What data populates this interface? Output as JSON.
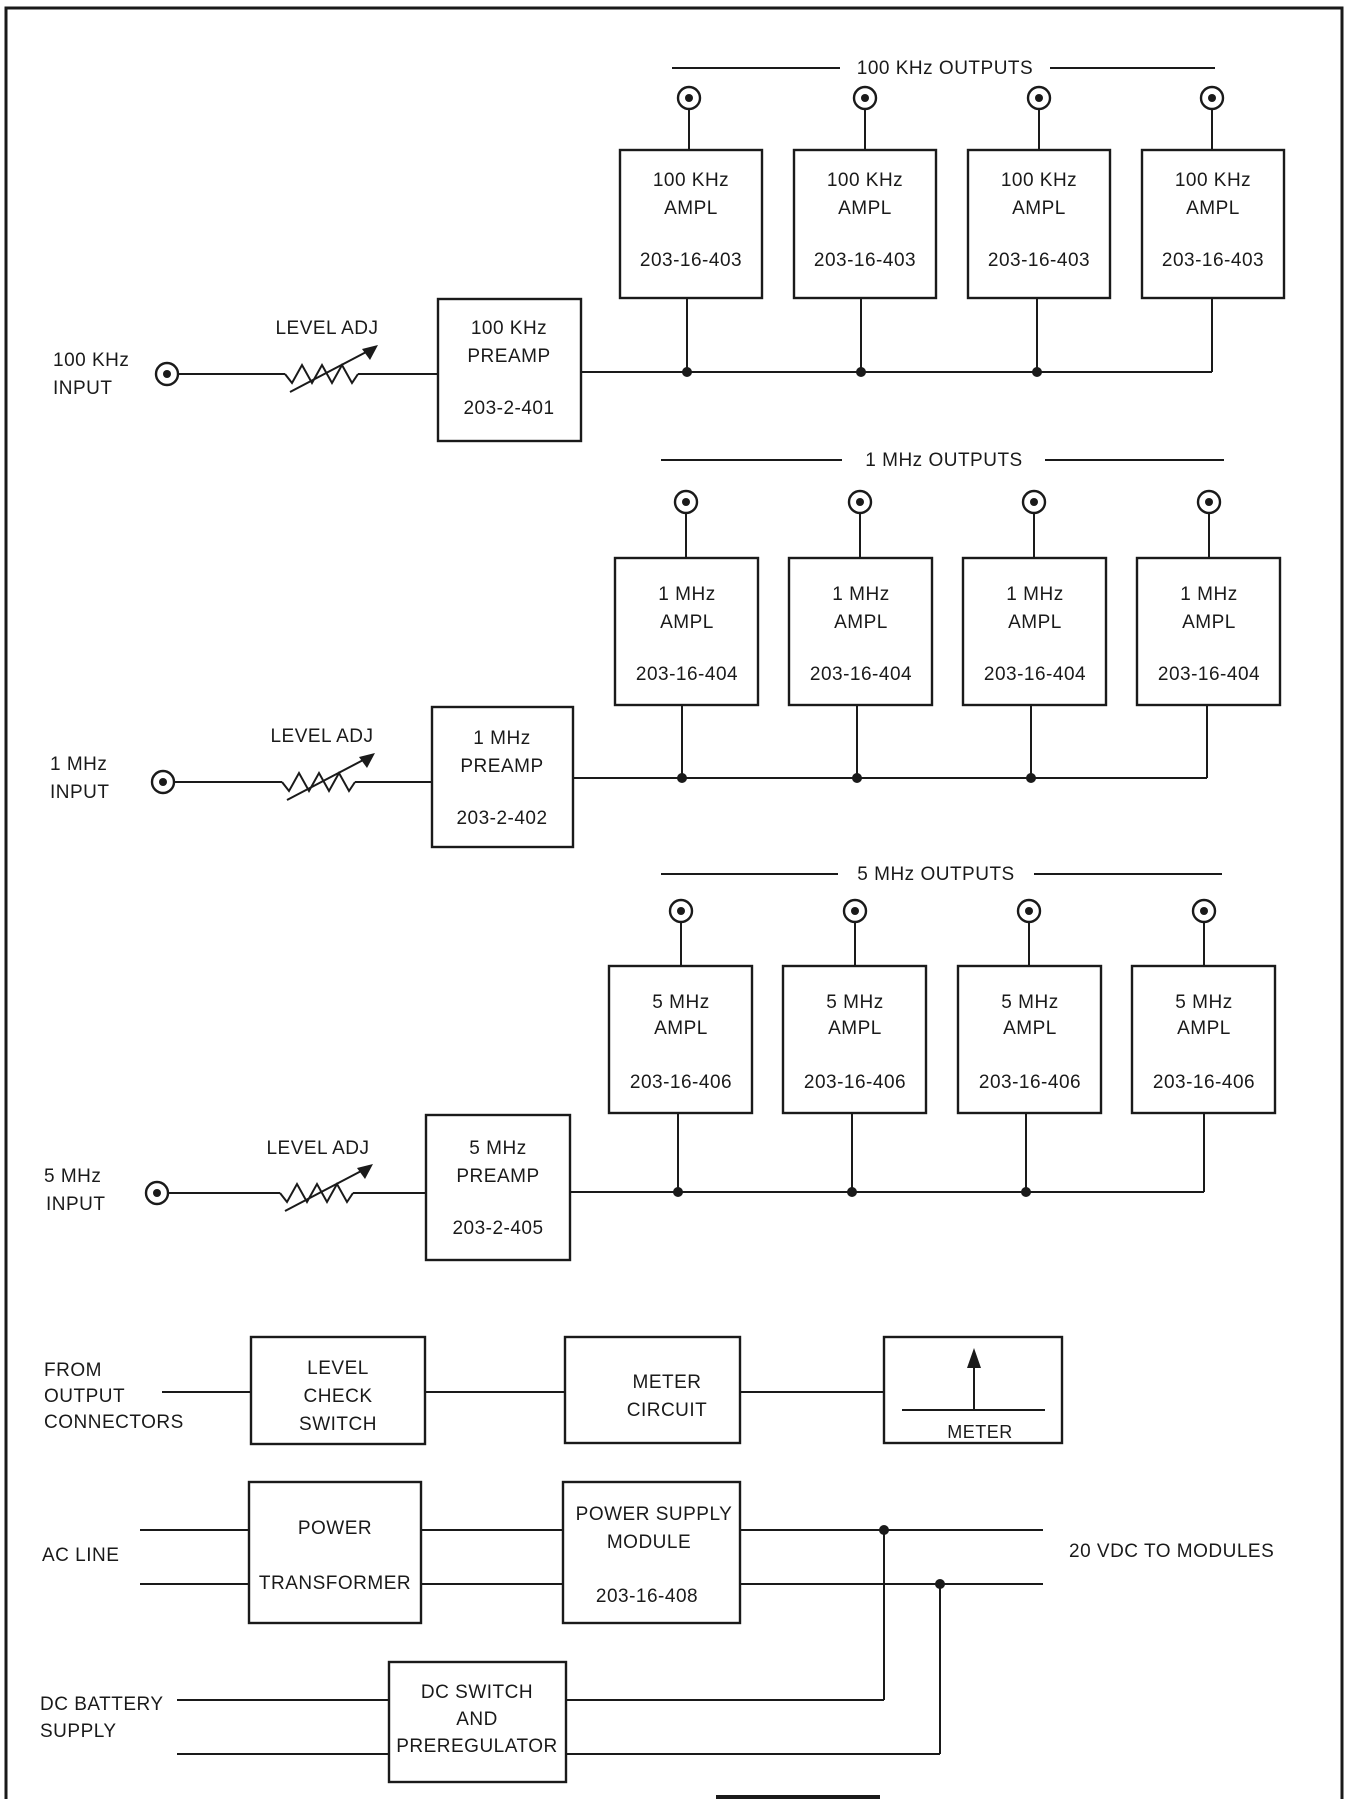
{
  "sections": [
    {
      "outputs_label": "100 KHz OUTPUTS",
      "input_label": [
        "100 KHz",
        "INPUT"
      ],
      "level_adj": "LEVEL ADJ",
      "preamp": [
        "100 KHz",
        "PREAMP",
        "203-2-401"
      ],
      "amps": [
        [
          "100 KHz",
          "AMPL",
          "203-16-403"
        ],
        [
          "100 KHz",
          "AMPL",
          "203-16-403"
        ],
        [
          "100 KHz",
          "AMPL",
          "203-16-403"
        ],
        [
          "100 KHz",
          "AMPL",
          "203-16-403"
        ]
      ]
    },
    {
      "outputs_label": "1 MHz OUTPUTS",
      "input_label": [
        "1 MHz",
        "INPUT"
      ],
      "level_adj": "LEVEL ADJ",
      "preamp": [
        "1 MHz",
        "PREAMP",
        "203-2-402"
      ],
      "amps": [
        [
          "1 MHz",
          "AMPL",
          "203-16-404"
        ],
        [
          "1 MHz",
          "AMPL",
          "203-16-404"
        ],
        [
          "1 MHz",
          "AMPL",
          "203-16-404"
        ],
        [
          "1 MHz",
          "AMPL",
          "203-16-404"
        ]
      ]
    },
    {
      "outputs_label": "5 MHz OUTPUTS",
      "input_label": [
        "5 MHz",
        "INPUT"
      ],
      "level_adj": "LEVEL ADJ",
      "preamp": [
        "5 MHz",
        "PREAMP",
        "203-2-405"
      ],
      "amps": [
        [
          "5 MHz",
          "AMPL",
          "203-16-406"
        ],
        [
          "5 MHz",
          "AMPL",
          "203-16-406"
        ],
        [
          "5 MHz",
          "AMPL",
          "203-16-406"
        ],
        [
          "5 MHz",
          "AMPL",
          "203-16-406"
        ]
      ]
    }
  ],
  "meter_chain": {
    "source": [
      "FROM",
      "OUTPUT",
      "CONNECTORS"
    ],
    "level_check": [
      "LEVEL",
      "CHECK",
      "SWITCH"
    ],
    "meter_circuit": [
      "METER",
      "CIRCUIT"
    ],
    "meter": "METER"
  },
  "power": {
    "ac_line": "AC LINE",
    "transformer": [
      "POWER",
      "TRANSFORMER"
    ],
    "supply_module": [
      "POWER SUPPLY",
      "MODULE",
      "203-16-408"
    ],
    "output": "20 VDC TO MODULES",
    "battery": [
      "DC BATTERY",
      "SUPPLY"
    ],
    "dc_switch": [
      "DC SWITCH",
      "AND",
      "PREREGULATOR"
    ]
  }
}
